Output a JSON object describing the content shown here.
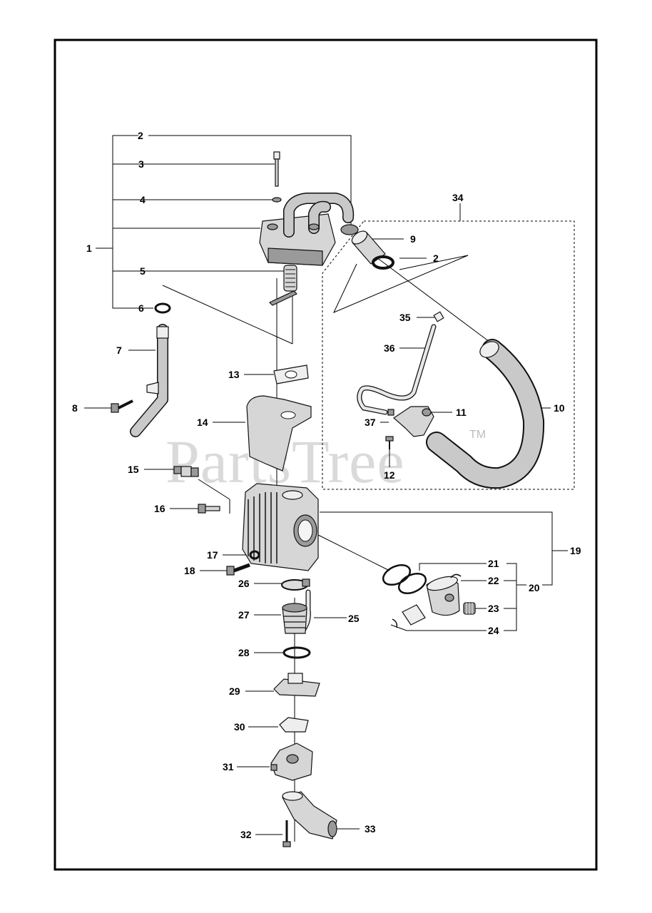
{
  "watermark": {
    "text": "PartsTree",
    "tm": "TM"
  },
  "callouts": {
    "c1": "1",
    "c2a": "2",
    "c2b": "2",
    "c3": "3",
    "c4": "4",
    "c5": "5",
    "c6": "6",
    "c7": "7",
    "c8": "8",
    "c9": "9",
    "c10": "10",
    "c11": "11",
    "c12": "12",
    "c13": "13",
    "c14": "14",
    "c15": "15",
    "c16": "16",
    "c17": "17",
    "c18": "18",
    "c19": "19",
    "c20": "20",
    "c21": "21",
    "c22": "22",
    "c23": "23",
    "c24": "24",
    "c25": "25",
    "c26": "26",
    "c27": "27",
    "c28": "28",
    "c29": "29",
    "c30": "30",
    "c31": "31",
    "c32": "32",
    "c33": "33",
    "c34": "34",
    "c35": "35",
    "c36": "36",
    "c37": "37"
  }
}
